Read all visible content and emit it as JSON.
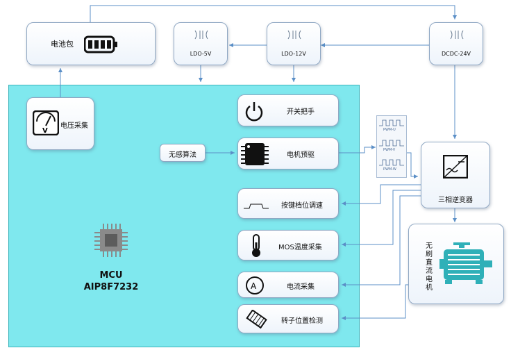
{
  "battery": {
    "label": "电池包"
  },
  "ldo5": {
    "label": "LDO-5V"
  },
  "ldo12": {
    "label": "LDO-12V"
  },
  "dcdc": {
    "label": "DCDC-24V"
  },
  "voltage_sample": {
    "label": "电压采集"
  },
  "switch_handle": {
    "label": "开关把手"
  },
  "sensorless": {
    "label": "无感算法"
  },
  "motor_predriver": {
    "label": "电机预驱"
  },
  "key_speed": {
    "label": "按键档位调速"
  },
  "mos_temp": {
    "label": "MOS温度采集"
  },
  "current_sample": {
    "label": "电流采集"
  },
  "rotor_position": {
    "label": "转子位置检测"
  },
  "inverter": {
    "label": "三相逆变器"
  },
  "bldc_motor": {
    "label_lines": [
      "无",
      "刷",
      "直",
      "流",
      "电",
      "机"
    ]
  },
  "mcu": {
    "line1": "MCU",
    "line2": "AIP8F7232"
  },
  "pwm_labels": [
    "PWM-U",
    "PWM-V",
    "PWM-W"
  ],
  "colors": {
    "wire": "#5b8fc7",
    "panel": "#7fe8ee",
    "box_border": "#8fa7c3"
  }
}
